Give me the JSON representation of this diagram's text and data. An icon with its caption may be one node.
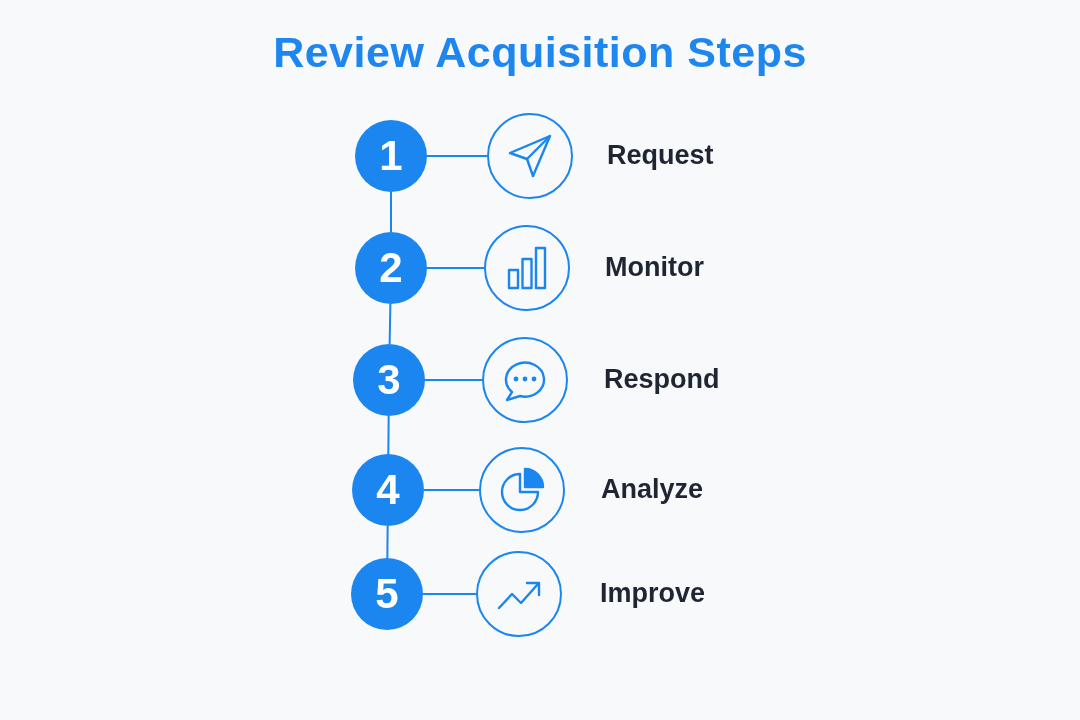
{
  "diagram": {
    "title": "Review Acquisition Steps",
    "nodes": [
      {
        "text": [
          "1"
        ]
      },
      {
        "text": [],
        "shape": "circle",
        "beside": [
          "Request"
        ]
      },
      {
        "text": [
          "2"
        ]
      },
      {
        "text": [],
        "shape": "circle",
        "beside": [
          "Monitor"
        ]
      },
      {
        "text": [
          "3"
        ]
      },
      {
        "text": [],
        "shape": "circle",
        "beside": [
          "Respond"
        ]
      },
      {
        "text": [
          "4"
        ]
      },
      {
        "text": [],
        "shape": "circle",
        "beside": [
          "Analyze"
        ]
      },
      {
        "text": [
          "5"
        ]
      },
      {
        "text": [],
        "shape": "circle",
        "beside": [
          "Improve"
        ]
      }
    ],
    "edges": [
      {
        "from": 0,
        "to": 1,
        "arrow": "none"
      },
      {
        "from": 0,
        "to": 2,
        "arrow": "none"
      },
      {
        "from": 2,
        "to": 3,
        "arrow": "none"
      },
      {
        "from": 2,
        "to": 4,
        "arrow": "none"
      },
      {
        "from": 4,
        "to": 5,
        "arrow": "none"
      },
      {
        "from": 4,
        "to": 6,
        "arrow": "none"
      },
      {
        "from": 6,
        "to": 7,
        "arrow": "none"
      },
      {
        "from": 6,
        "to": 8,
        "arrow": "none"
      },
      {
        "from": 8,
        "to": 9,
        "arrow": "none"
      }
    ]
  }
}
